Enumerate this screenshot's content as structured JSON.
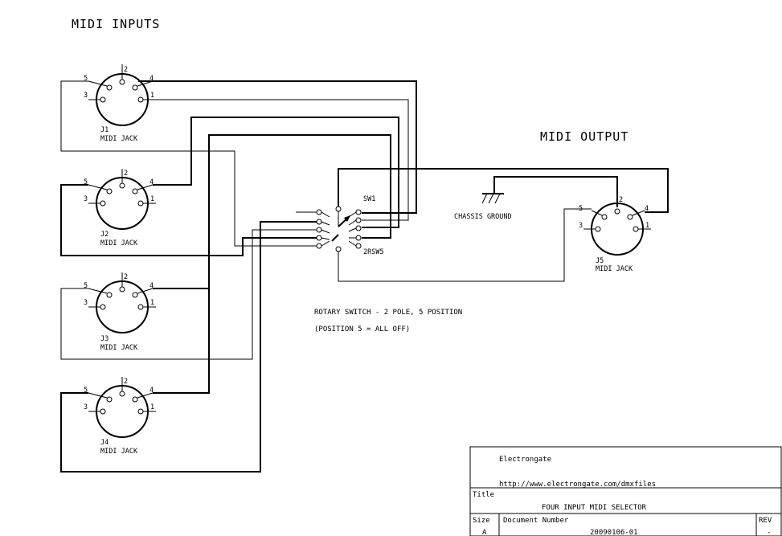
{
  "headings": {
    "inputs": "MIDI INPUTS",
    "output": "MIDI OUTPUT"
  },
  "jacks": [
    {
      "ref": "J1",
      "label": "MIDI JACK"
    },
    {
      "ref": "J2",
      "label": "MIDI JACK"
    },
    {
      "ref": "J3",
      "label": "MIDI JACK"
    },
    {
      "ref": "J4",
      "label": "MIDI JACK"
    },
    {
      "ref": "J5",
      "label": "MIDI JACK"
    }
  ],
  "pins": {
    "p1": "1",
    "p2": "2",
    "p3": "3",
    "p4": "4",
    "p5": "5"
  },
  "switch": {
    "ref": "SW1",
    "part": "2RSW5",
    "description": "ROTARY SWITCH - 2 POLE, 5 POSITION",
    "note": "(POSITION 5 = ALL OFF)"
  },
  "ground": {
    "label": "CHASSIS GROUND"
  },
  "title_block": {
    "company": "Electrongate",
    "url": "http://www.electrongate.com/dmxfiles",
    "title_label": "Title",
    "title": "FOUR INPUT MIDI SELECTOR",
    "size_label": "Size",
    "size": "A",
    "docnum_label": "Document Number",
    "docnum": "20090106-01",
    "rev_label": "REV",
    "rev": "-"
  }
}
